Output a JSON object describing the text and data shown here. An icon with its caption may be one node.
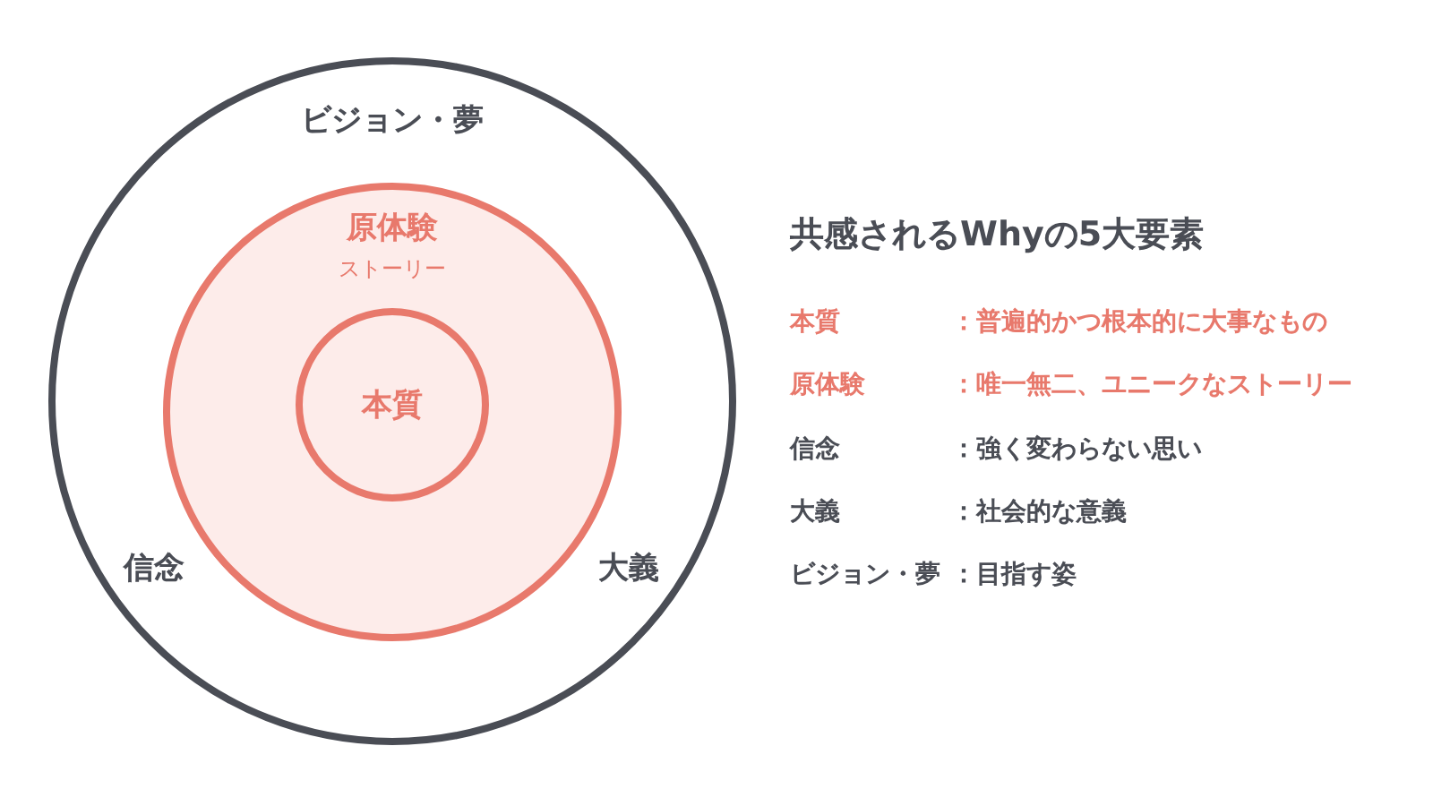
{
  "diagram": {
    "title": "共感されるWhyの5大要素",
    "nodes": [
      {
        "text": [
          "ビジョン・夢",
          "信念",
          "大義"
        ]
      },
      {
        "text": [
          "原体験",
          "ストーリー"
        ],
        "in": 0
      },
      {
        "text": [
          "本質"
        ],
        "in": 1
      }
    ],
    "labels": [
      "本質",
      "：普遍的かつ根本的に大事なもの",
      "原体験",
      "：唯一無二、ユニークなストーリー",
      "信念",
      "：強く変わらない思い",
      "大義",
      "：社会的な意義",
      "ビジョン・夢",
      "：目指す姿"
    ]
  }
}
